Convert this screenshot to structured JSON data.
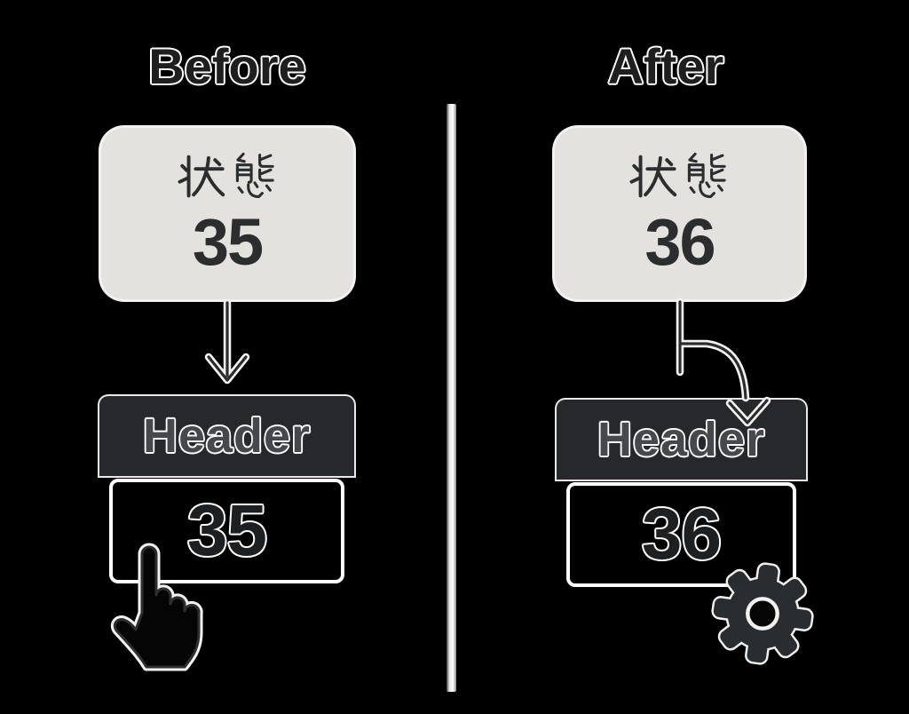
{
  "panels": {
    "before": {
      "title": "Before",
      "state_box": {
        "label": "状態",
        "value": "35"
      },
      "card": {
        "header": "Header",
        "value": "35"
      },
      "cursor_icon": "hand-pointer-icon"
    },
    "after": {
      "title": "After",
      "state_box": {
        "label": "状態",
        "value": "36"
      },
      "card": {
        "header": "Header",
        "value": "36"
      },
      "action_icon": "gear-icon"
    }
  },
  "colors": {
    "background": "#000000",
    "state_box_fill": "#e3e2df",
    "card_header_fill": "#26282b",
    "ink": "#232527",
    "outline": "#ffffff"
  }
}
